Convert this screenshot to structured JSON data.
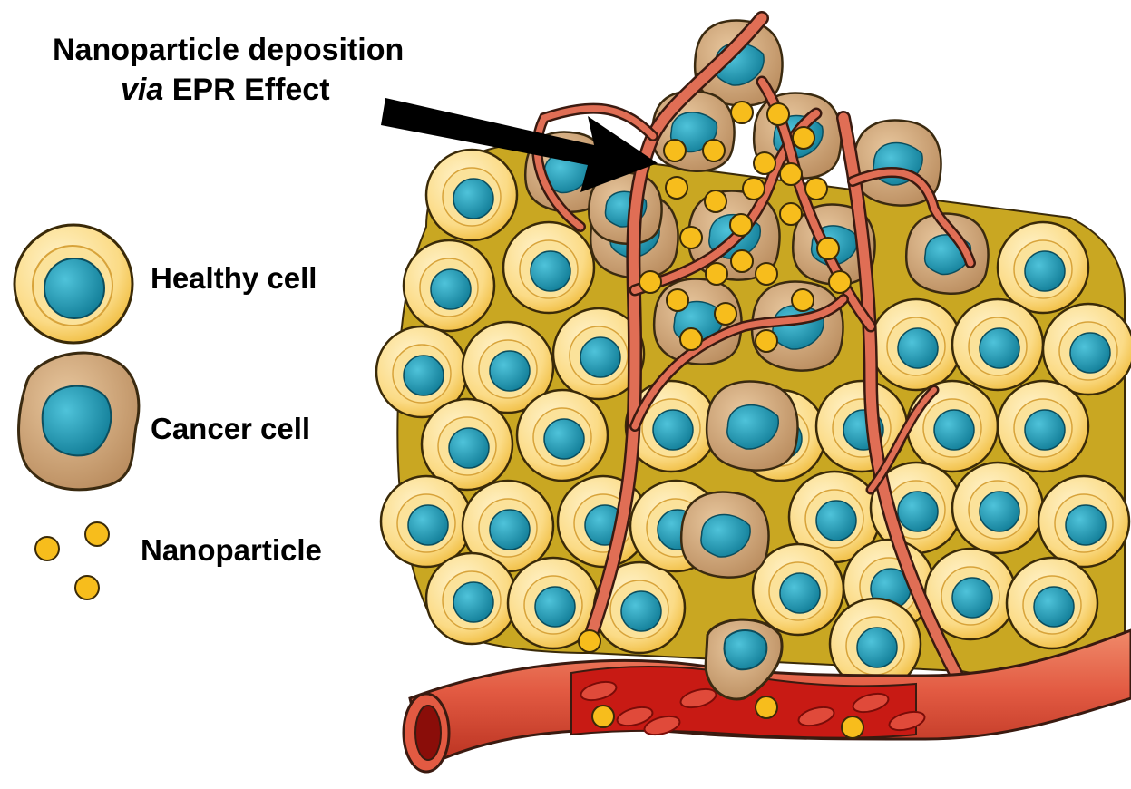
{
  "title": {
    "line1": "Nanoparticle deposition",
    "line2_italic": "via",
    "line2_rest": " EPR Effect"
  },
  "legend": {
    "healthy_cell": "Healthy cell",
    "cancer_cell": "Cancer cell",
    "nanoparticle": "Nanoparticle"
  },
  "colors": {
    "healthy_outer": "#f7c94f",
    "healthy_inner": "#fde7a8",
    "cancer_cell": "#c99a6a",
    "cancer_inner": "#dcb68a",
    "nucleus": "#1b9bb5",
    "vessel": "#e05f45",
    "vessel_dark": "#b52018",
    "blood": "#c81a14",
    "nanoparticle": "#f7bd1c",
    "tissue_bg": "#c9a722"
  }
}
